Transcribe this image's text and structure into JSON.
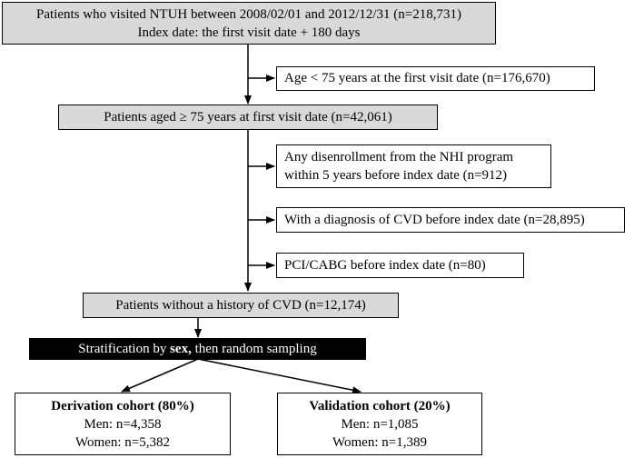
{
  "boxes": {
    "visited": {
      "line1": "Patients who visited NTUH between 2008/02/01 and 2012/12/31 (n=218,731)",
      "line2": "Index date: the first visit date + 180 days"
    },
    "age_lt_75": "Age < 75 years at the first visit date (n=176,670)",
    "aged_ge_75": "Patients aged ≥ 75 years at first visit date (n=42,061)",
    "disenrollment": {
      "line1": "Any disenrollment from the NHI program",
      "line2": "within 5 years before index date (n=912)"
    },
    "cvd_diagnosis": "With a diagnosis of CVD before index date (n=28,895)",
    "pci_cabg": "PCI/CABG before index date (n=80)",
    "no_cvd": "Patients without a history of CVD (n=12,174)",
    "stratification": {
      "prefix": "Stratification by ",
      "bold": "sex,",
      "suffix": " then random sampling"
    },
    "derivation": {
      "title": "Derivation cohort (80%)",
      "men": "Men: n=4,358",
      "women": "Women: n=5,382"
    },
    "validation": {
      "title": "Validation cohort (20%)",
      "men": "Men: n=1,085",
      "women": "Women: n=1,389"
    }
  },
  "colors": {
    "box_fill": "#d9d9d9",
    "dark_fill": "#000000",
    "line": "#000000"
  }
}
